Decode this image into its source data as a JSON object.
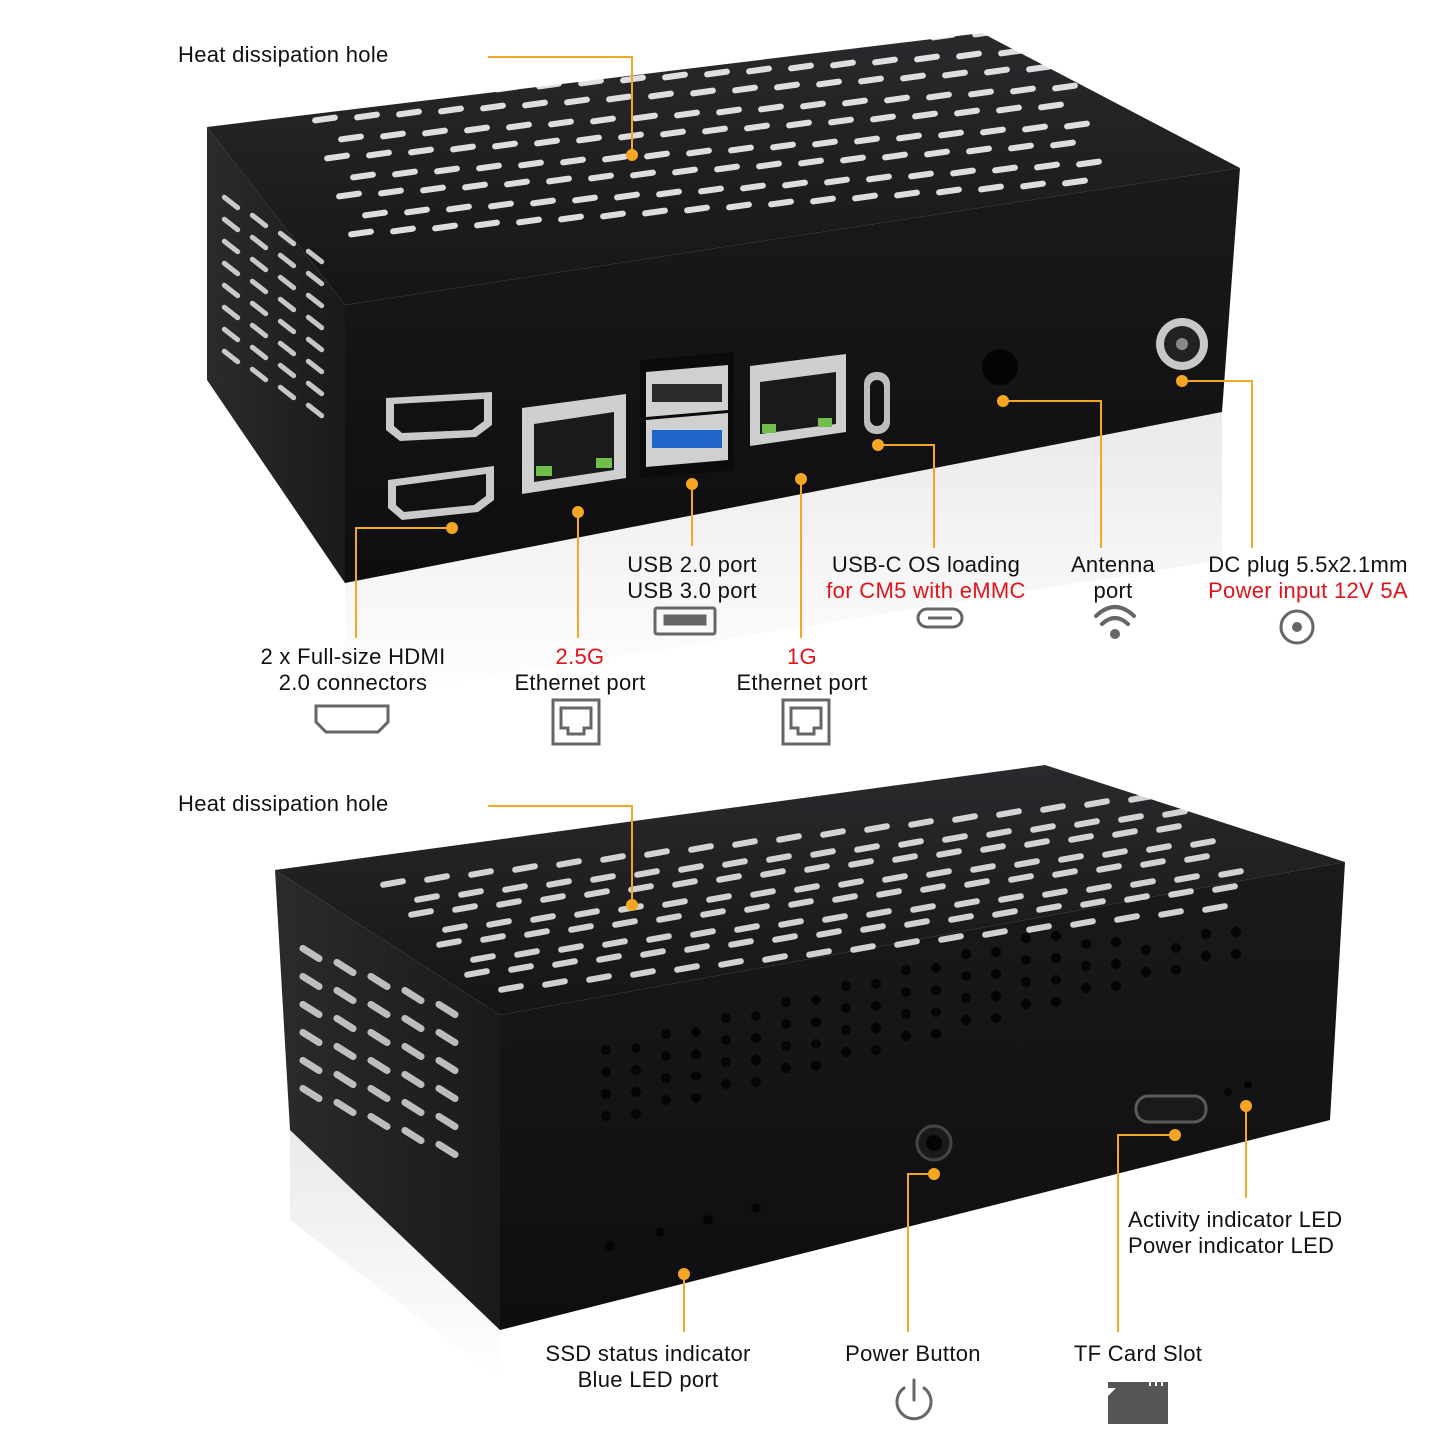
{
  "colors": {
    "callout": "#f5a623",
    "case_top": "#1e1e20",
    "case_front": "#151517",
    "highlight_red": "#e0141b",
    "icon_gray": "#666666",
    "usb3_blue": "#1f64c8"
  },
  "top_view": {
    "heat_label": "Heat dissipation hole",
    "hdmi": {
      "line1": "2 x Full-size HDMI",
      "line2": "2.0 connectors",
      "icon": "hdmi-icon"
    },
    "eth25": {
      "speed": "2.5G",
      "label": "Ethernet port",
      "icon": "ethernet-icon"
    },
    "usb": {
      "line1": "USB 2.0 port",
      "line2": "USB 3.0 port",
      "icon": "usb-a-icon"
    },
    "eth1": {
      "speed": "1G",
      "label": "Ethernet port",
      "icon": "ethernet-icon"
    },
    "usbc": {
      "line1": "USB-C OS loading",
      "line2": "for CM5 with eMMC",
      "icon": "usb-c-icon"
    },
    "antenna": {
      "line1": "Antenna",
      "line2": "port",
      "icon": "wifi-icon"
    },
    "dc": {
      "line1": "DC plug 5.5x2.1mm",
      "line2": "Power input 12V 5A",
      "icon": "dc-jack-icon"
    }
  },
  "bottom_view": {
    "heat_label": "Heat dissipation hole",
    "ssd": {
      "line1": "SSD status indicator",
      "line2": "Blue LED port"
    },
    "power": {
      "label": "Power Button",
      "icon": "power-icon"
    },
    "tf": {
      "label": "TF Card Slot",
      "icon": "sd-card-icon"
    },
    "leds": {
      "line1": "Activity indicator LED",
      "line2": "Power indicator LED"
    }
  }
}
